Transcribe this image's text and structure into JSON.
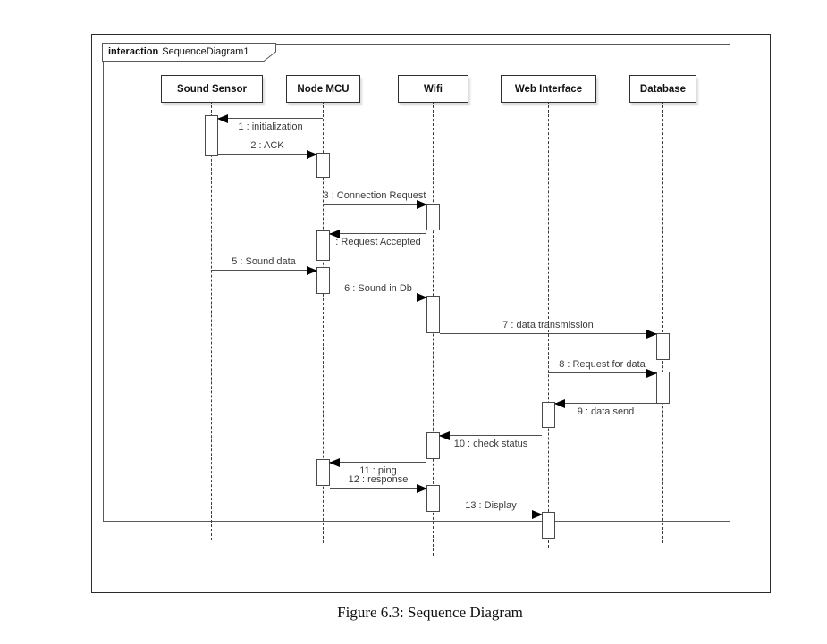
{
  "frame": {
    "keyword": "interaction",
    "name": "SequenceDiagram1"
  },
  "participants": [
    {
      "label": "Sound Sensor"
    },
    {
      "label": "Node MCU"
    },
    {
      "label": "Wifi"
    },
    {
      "label": "Web Interface"
    },
    {
      "label": "Database"
    }
  ],
  "messages": [
    {
      "label": "1 : initialization",
      "from": "Node MCU",
      "to": "Sound Sensor"
    },
    {
      "label": "2 : ACK",
      "from": "Sound Sensor",
      "to": "Node MCU"
    },
    {
      "label": "3 : Connection Request",
      "from": "Node MCU",
      "to": "Wifi"
    },
    {
      "label": ": Request Accepted",
      "from": "Wifi",
      "to": "Node MCU"
    },
    {
      "label": "5 : Sound data",
      "from": "Sound Sensor",
      "to": "Node MCU"
    },
    {
      "label": "6 : Sound in Db",
      "from": "Node MCU",
      "to": "Wifi"
    },
    {
      "label": "7 : data transmission",
      "from": "Wifi",
      "to": "Database"
    },
    {
      "label": "8 : Request for data",
      "from": "Web Interface",
      "to": "Database"
    },
    {
      "label": "9 : data send",
      "from": "Database",
      "to": "Web Interface"
    },
    {
      "label": "10 : check status",
      "from": "Web Interface",
      "to": "Wifi"
    },
    {
      "label": "11 : ping",
      "from": "Wifi",
      "to": "Node MCU"
    },
    {
      "label": "12 : response",
      "from": "Node MCU",
      "to": "Wifi"
    },
    {
      "label": "13 : Display",
      "from": "Wifi",
      "to": "Web Interface"
    }
  ],
  "caption": "Figure 6.3: Sequence Diagram"
}
